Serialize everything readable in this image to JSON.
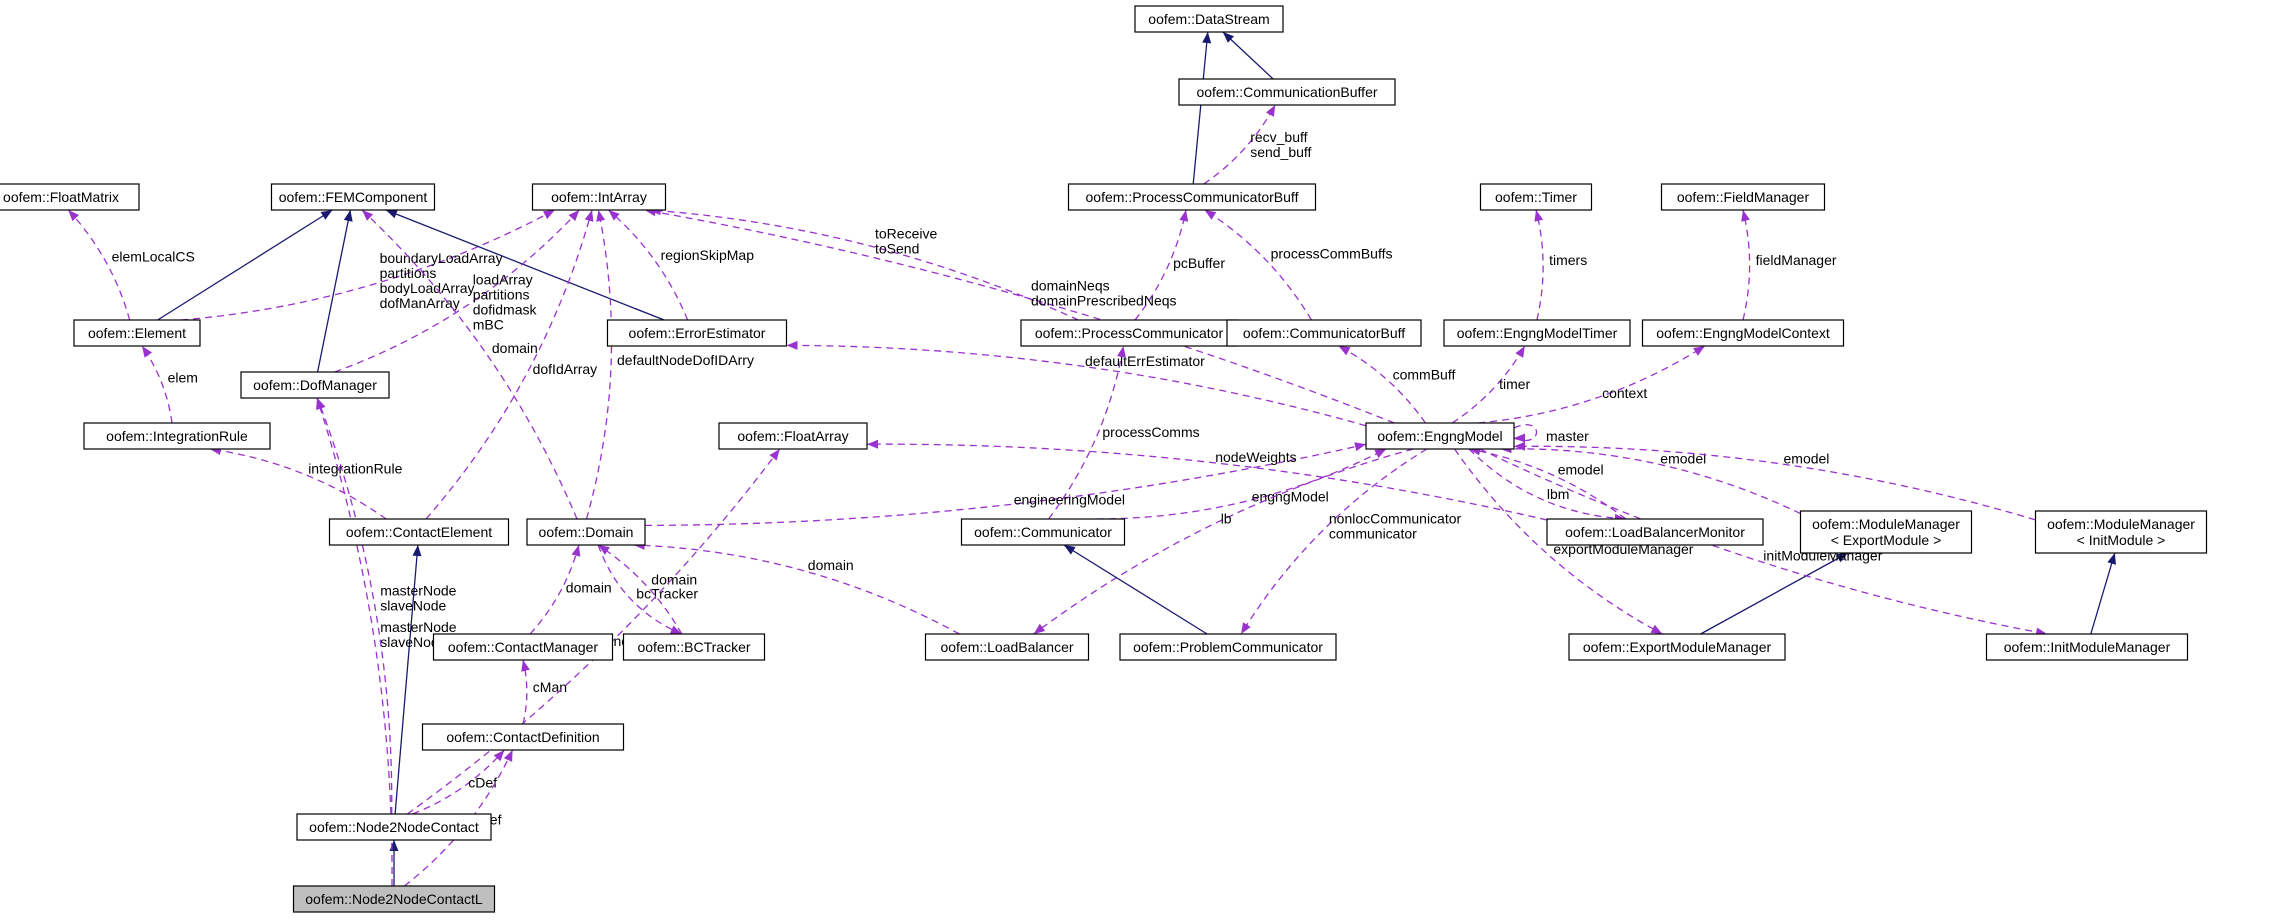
{
  "colors": {
    "usage": "#9a32cd",
    "inherit": "#191970",
    "focus_fill": "#bfbfbf",
    "node_stroke": "#000000"
  },
  "nodes": [
    {
      "id": "DataStream",
      "label": "oofem::DataStream"
    },
    {
      "id": "CommunicationBuffer",
      "label": "oofem::CommunicationBuffer"
    },
    {
      "id": "FloatMatrix",
      "label": "oofem::FloatMatrix"
    },
    {
      "id": "FEMComponent",
      "label": "oofem::FEMComponent"
    },
    {
      "id": "IntArray",
      "label": "oofem::IntArray"
    },
    {
      "id": "ProcessCommunicatorBuff",
      "label": "oofem::ProcessCommunicatorBuff"
    },
    {
      "id": "Timer",
      "label": "oofem::Timer"
    },
    {
      "id": "FieldManager",
      "label": "oofem::FieldManager"
    },
    {
      "id": "Element",
      "label": "oofem::Element"
    },
    {
      "id": "ErrorEstimator",
      "label": "oofem::ErrorEstimator"
    },
    {
      "id": "ProcessCommunicator",
      "label": "oofem::ProcessCommunicator"
    },
    {
      "id": "CommunicatorBuff",
      "label": "oofem::CommunicatorBuff"
    },
    {
      "id": "EngngModelTimer",
      "label": "oofem::EngngModelTimer"
    },
    {
      "id": "EngngModelContext",
      "label": "oofem::EngngModelContext"
    },
    {
      "id": "DofManager",
      "label": "oofem::DofManager"
    },
    {
      "id": "IntegrationRule",
      "label": "oofem::IntegrationRule"
    },
    {
      "id": "FloatArray",
      "label": "oofem::FloatArray"
    },
    {
      "id": "EngngModel",
      "label": "oofem::EngngModel"
    },
    {
      "id": "ContactElement",
      "label": "oofem::ContactElement"
    },
    {
      "id": "Domain",
      "label": "oofem::Domain"
    },
    {
      "id": "Communicator",
      "label": "oofem::Communicator"
    },
    {
      "id": "LoadBalancerMonitor",
      "label": "oofem::LoadBalancerMonitor"
    },
    {
      "id": "ModuleManagerExport",
      "label": "oofem::ModuleManager\n< ExportModule >"
    },
    {
      "id": "ModuleManagerInit",
      "label": "oofem::ModuleManager\n< InitModule >"
    },
    {
      "id": "ContactManager",
      "label": "oofem::ContactManager"
    },
    {
      "id": "BCTracker",
      "label": "oofem::BCTracker"
    },
    {
      "id": "LoadBalancer",
      "label": "oofem::LoadBalancer"
    },
    {
      "id": "ProblemCommunicator",
      "label": "oofem::ProblemCommunicator"
    },
    {
      "id": "ExportModuleManager",
      "label": "oofem::ExportModuleManager"
    },
    {
      "id": "InitModuleManager",
      "label": "oofem::InitModuleManager"
    },
    {
      "id": "ContactDefinition",
      "label": "oofem::ContactDefinition"
    },
    {
      "id": "Node2NodeContact",
      "label": "oofem::Node2NodeContact"
    },
    {
      "id": "Node2NodeContactL",
      "label": "oofem::Node2NodeContactL",
      "focus": true
    }
  ],
  "edges": [
    {
      "from": "CommunicationBuffer",
      "to": "DataStream",
      "kind": "inherit"
    },
    {
      "from": "ProcessCommunicatorBuff",
      "to": "DataStream",
      "kind": "inherit"
    },
    {
      "from": "ProcessCommunicatorBuff",
      "to": "CommunicationBuffer",
      "kind": "usage",
      "label": "recv_buff\nsend_buff"
    },
    {
      "from": "Element",
      "to": "FEMComponent",
      "kind": "inherit"
    },
    {
      "from": "Element",
      "to": "FloatMatrix",
      "kind": "usage",
      "label": "elemLocalCS"
    },
    {
      "from": "Element",
      "to": "IntArray",
      "kind": "usage",
      "label": "boundaryLoadArray\npartitions\nbodyLoadArray\ndofManArray"
    },
    {
      "from": "ErrorEstimator",
      "to": "FEMComponent",
      "kind": "inherit"
    },
    {
      "from": "ErrorEstimator",
      "to": "IntArray",
      "kind": "usage",
      "label": "regionSkipMap"
    },
    {
      "from": "DofManager",
      "to": "FEMComponent",
      "kind": "inherit"
    },
    {
      "from": "DofManager",
      "to": "IntArray",
      "kind": "usage",
      "label": "loadArray\npartitions\ndofidmask\nmBC"
    },
    {
      "from": "ProcessCommunicator",
      "to": "IntArray",
      "kind": "usage",
      "label": "toReceive\ntoSend"
    },
    {
      "from": "ProcessCommunicator",
      "to": "ProcessCommunicatorBuff",
      "kind": "usage",
      "label": "pcBuffer"
    },
    {
      "from": "CommunicatorBuff",
      "to": "ProcessCommunicatorBuff",
      "kind": "usage",
      "label": "processCommBuffs"
    },
    {
      "from": "EngngModelTimer",
      "to": "Timer",
      "kind": "usage",
      "label": "timers"
    },
    {
      "from": "EngngModelContext",
      "to": "FieldManager",
      "kind": "usage",
      "label": "fieldManager"
    },
    {
      "from": "IntegrationRule",
      "to": "Element",
      "kind": "usage",
      "label": "elem"
    },
    {
      "from": "EngngModel",
      "to": "IntArray",
      "kind": "usage",
      "label": "domainNeqs\ndomainPrescribedNeqs"
    },
    {
      "from": "EngngModel",
      "to": "ErrorEstimator",
      "kind": "usage",
      "label": "defaultErrEstimator"
    },
    {
      "from": "EngngModel",
      "to": "CommunicatorBuff",
      "kind": "usage",
      "label": "commBuff"
    },
    {
      "from": "EngngModel",
      "to": "EngngModelTimer",
      "kind": "usage",
      "label": "timer"
    },
    {
      "from": "EngngModel",
      "to": "EngngModelContext",
      "kind": "usage",
      "label": "context"
    },
    {
      "from": "EngngModel",
      "to": "EngngModel",
      "kind": "usage",
      "label": "master"
    },
    {
      "from": "ContactElement",
      "to": "IntArray",
      "kind": "usage",
      "label": "dofIdArray"
    },
    {
      "from": "ContactElement",
      "to": "IntegrationRule",
      "kind": "usage",
      "label": "integrationRule"
    },
    {
      "from": "Domain",
      "to": "FEMComponent",
      "kind": "usage",
      "label": "domain"
    },
    {
      "from": "Domain",
      "to": "IntArray",
      "kind": "usage",
      "label": "defaultNodeDofIDArry"
    },
    {
      "from": "Domain",
      "to": "EngngModel",
      "kind": "usage",
      "label": "engineeringModel"
    },
    {
      "from": "Communicator",
      "to": "ProcessCommunicator",
      "kind": "usage",
      "label": "processComms"
    },
    {
      "from": "Communicator",
      "to": "EngngModel",
      "kind": "usage",
      "label": "engngModel"
    },
    {
      "from": "LoadBalancerMonitor",
      "to": "FloatArray",
      "kind": "usage",
      "label": "nodeWeights"
    },
    {
      "from": "LoadBalancerMonitor",
      "to": "EngngModel",
      "kind": "usage",
      "label": "emodel"
    },
    {
      "from": "EngngModel",
      "to": "LoadBalancerMonitor",
      "kind": "usage",
      "label": "lbm"
    },
    {
      "from": "ModuleManagerExport",
      "to": "EngngModel",
      "kind": "usage",
      "label": "emodel"
    },
    {
      "from": "ModuleManagerInit",
      "to": "EngngModel",
      "kind": "usage",
      "label": "emodel"
    },
    {
      "from": "ContactManager",
      "to": "Domain",
      "kind": "usage",
      "label": "domain"
    },
    {
      "from": "BCTracker",
      "to": "Domain",
      "kind": "usage",
      "label": "domain"
    },
    {
      "from": "Domain",
      "to": "BCTracker",
      "kind": "usage",
      "label": "bcTracker"
    },
    {
      "from": "LoadBalancer",
      "to": "Domain",
      "kind": "usage",
      "label": "domain"
    },
    {
      "from": "EngngModel",
      "to": "LoadBalancer",
      "kind": "usage",
      "label": "lb"
    },
    {
      "from": "ProblemCommunicator",
      "to": "Communicator",
      "kind": "inherit"
    },
    {
      "from": "EngngModel",
      "to": "ProblemCommunicator",
      "kind": "usage",
      "label": "nonlocCommunicator\ncommunicator"
    },
    {
      "from": "ExportModuleManager",
      "to": "ModuleManagerExport",
      "kind": "inherit"
    },
    {
      "from": "EngngModel",
      "to": "ExportModuleManager",
      "kind": "usage",
      "label": "exportModuleManager"
    },
    {
      "from": "InitModuleManager",
      "to": "ModuleManagerInit",
      "kind": "inherit"
    },
    {
      "from": "EngngModel",
      "to": "InitModuleManager",
      "kind": "usage",
      "label": "initModuleManager"
    },
    {
      "from": "ContactDefinition",
      "to": "ContactManager",
      "kind": "usage",
      "label": "cMan"
    },
    {
      "from": "Node2NodeContact",
      "to": "ContactElement",
      "kind": "inherit"
    },
    {
      "from": "Node2NodeContact",
      "to": "DofManager",
      "kind": "usage",
      "label": "masterNode\nslaveNode"
    },
    {
      "from": "Node2NodeContact",
      "to": "FloatArray",
      "kind": "usage",
      "label": "normal"
    },
    {
      "from": "Node2NodeContact",
      "to": "ContactDefinition",
      "kind": "usage",
      "label": "cDef"
    },
    {
      "from": "Node2NodeContactL",
      "to": "Node2NodeContact",
      "kind": "inherit"
    },
    {
      "from": "Node2NodeContactL",
      "to": "ContactDefinition",
      "kind": "usage",
      "label": "cDef"
    },
    {
      "from": "Node2NodeContactL",
      "to": "DofManager",
      "kind": "usage",
      "label": "masterNode\nslaveNode"
    }
  ]
}
